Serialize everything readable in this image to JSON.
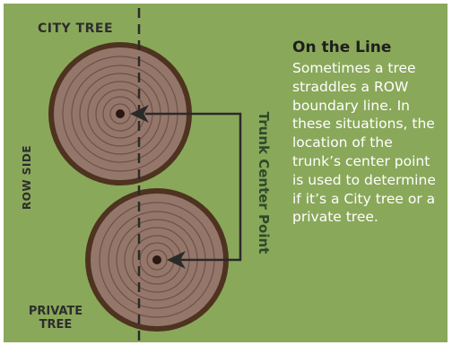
{
  "labels": {
    "city_tree": "CITY TREE",
    "private_tree_line1": "PRIVATE",
    "private_tree_line2": "TREE",
    "row_side": "ROW SIDE",
    "trunk_center_point": "Trunk Center Point"
  },
  "info": {
    "title": "On the Line",
    "body": "Sometimes a tree straddles a ROW boundary line. In these situations, the location of the trunk’s center point is used to determine if it’s a City tree or a private tree."
  },
  "colors": {
    "background": "#8aa85a",
    "bark": "#4e3320",
    "wood": "#94776a",
    "ring": "#6e5245",
    "center": "#2a1812",
    "boundary_line": "#2a2a2a",
    "arrow": "#2a2a2a"
  }
}
